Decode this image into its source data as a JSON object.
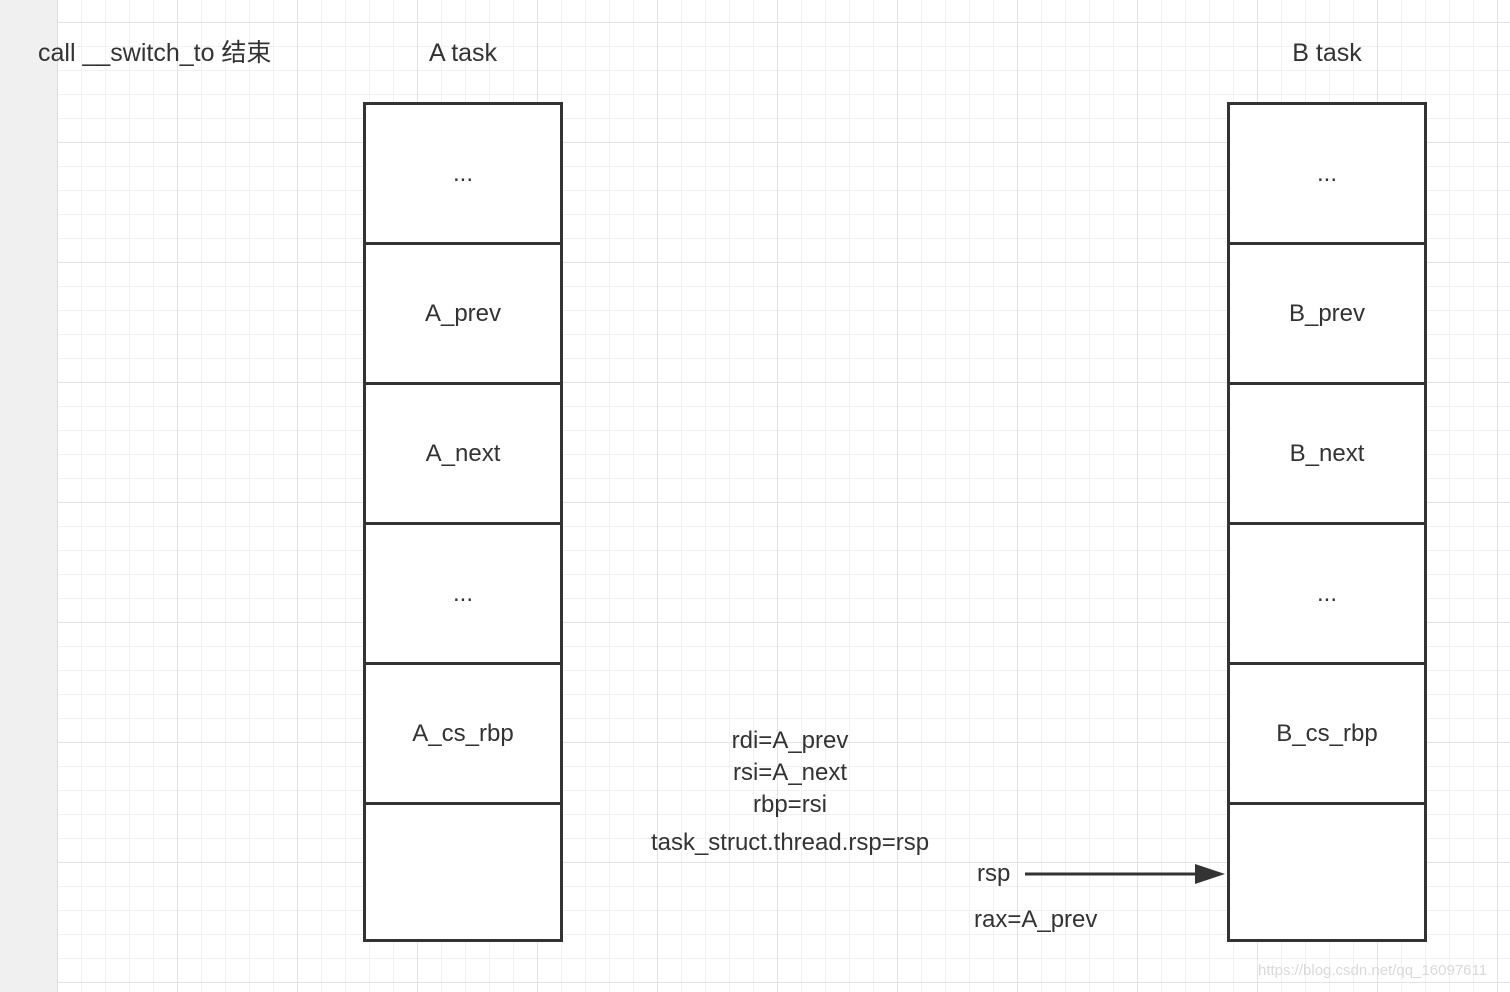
{
  "title": "call __switch_to 结束",
  "stacks": {
    "a": {
      "label": "A task",
      "cells": [
        "...",
        "A_prev",
        "A_next",
        "...",
        "A_cs_rbp",
        ""
      ]
    },
    "b": {
      "label": "B task",
      "cells": [
        "...",
        "B_prev",
        "B_next",
        "...",
        "B_cs_rbp",
        ""
      ]
    }
  },
  "registers": {
    "rdi": "rdi=A_prev",
    "rsi": "rsi=A_next",
    "rbp": "rbp=rsi",
    "thread_rsp": "task_struct.thread.rsp=rsp"
  },
  "pointer": {
    "label": "rsp",
    "target": "B task, bottom slot"
  },
  "rax": "rax=A_prev",
  "watermark": "https://blog.csdn.net/qq_16097611",
  "colors": {
    "stroke": "#333333",
    "grid": "#e3e3e3",
    "text": "#333333"
  }
}
